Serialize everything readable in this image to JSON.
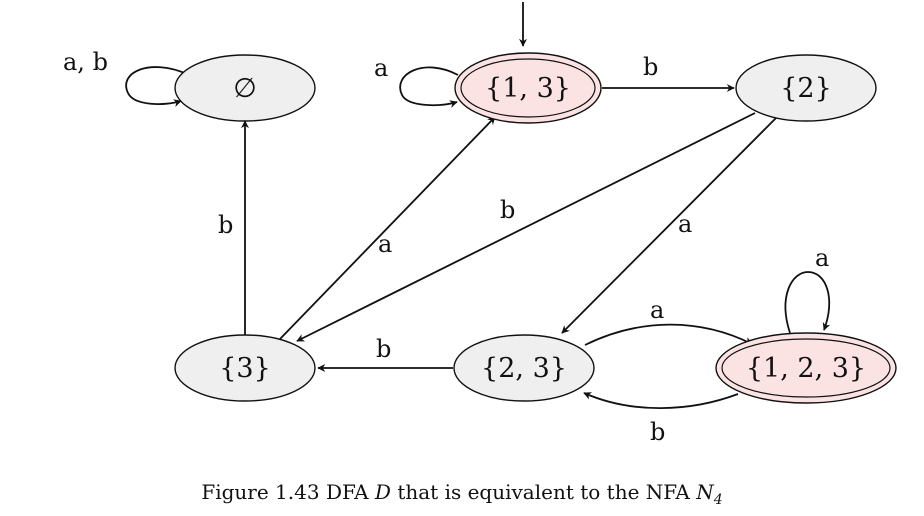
{
  "states": {
    "empty": {
      "label": "∅",
      "accept": false
    },
    "s13": {
      "label": "{1, 3}",
      "accept": true
    },
    "s2": {
      "label": "{2}",
      "accept": false
    },
    "s3": {
      "label": "{3}",
      "accept": false
    },
    "s23": {
      "label": "{2, 3}",
      "accept": false
    },
    "s123": {
      "label": "{1, 2, 3}",
      "accept": true
    }
  },
  "start_state": "s13",
  "transitions": [
    {
      "id": "empty-loop",
      "from": "empty",
      "to": "empty",
      "label": "a, b"
    },
    {
      "id": "s13-loop",
      "from": "s13",
      "to": "s13",
      "label": "a"
    },
    {
      "id": "s13-s2",
      "from": "s13",
      "to": "s2",
      "label": "b"
    },
    {
      "id": "s2-s3",
      "from": "s2",
      "to": "s3",
      "label": "b"
    },
    {
      "id": "s2-s23",
      "from": "s2",
      "to": "s23",
      "label": "a"
    },
    {
      "id": "s3-s13",
      "from": "s3",
      "to": "s13",
      "label": "a"
    },
    {
      "id": "s3-empty",
      "from": "s3",
      "to": "empty",
      "label": "b"
    },
    {
      "id": "s23-s3",
      "from": "s23",
      "to": "s3",
      "label": "b"
    },
    {
      "id": "s23-s123",
      "from": "s23",
      "to": "s123",
      "label": "a"
    },
    {
      "id": "s123-s23",
      "from": "s123",
      "to": "s23",
      "label": "b"
    },
    {
      "id": "s123-loop",
      "from": "s123",
      "to": "s123",
      "label": "a"
    }
  ],
  "caption": {
    "prefix": "Figure 1.43  DFA ",
    "machine": "D",
    "middle": " that is equivalent to the NFA ",
    "nfa": "N",
    "nfa_subscript": "4"
  }
}
